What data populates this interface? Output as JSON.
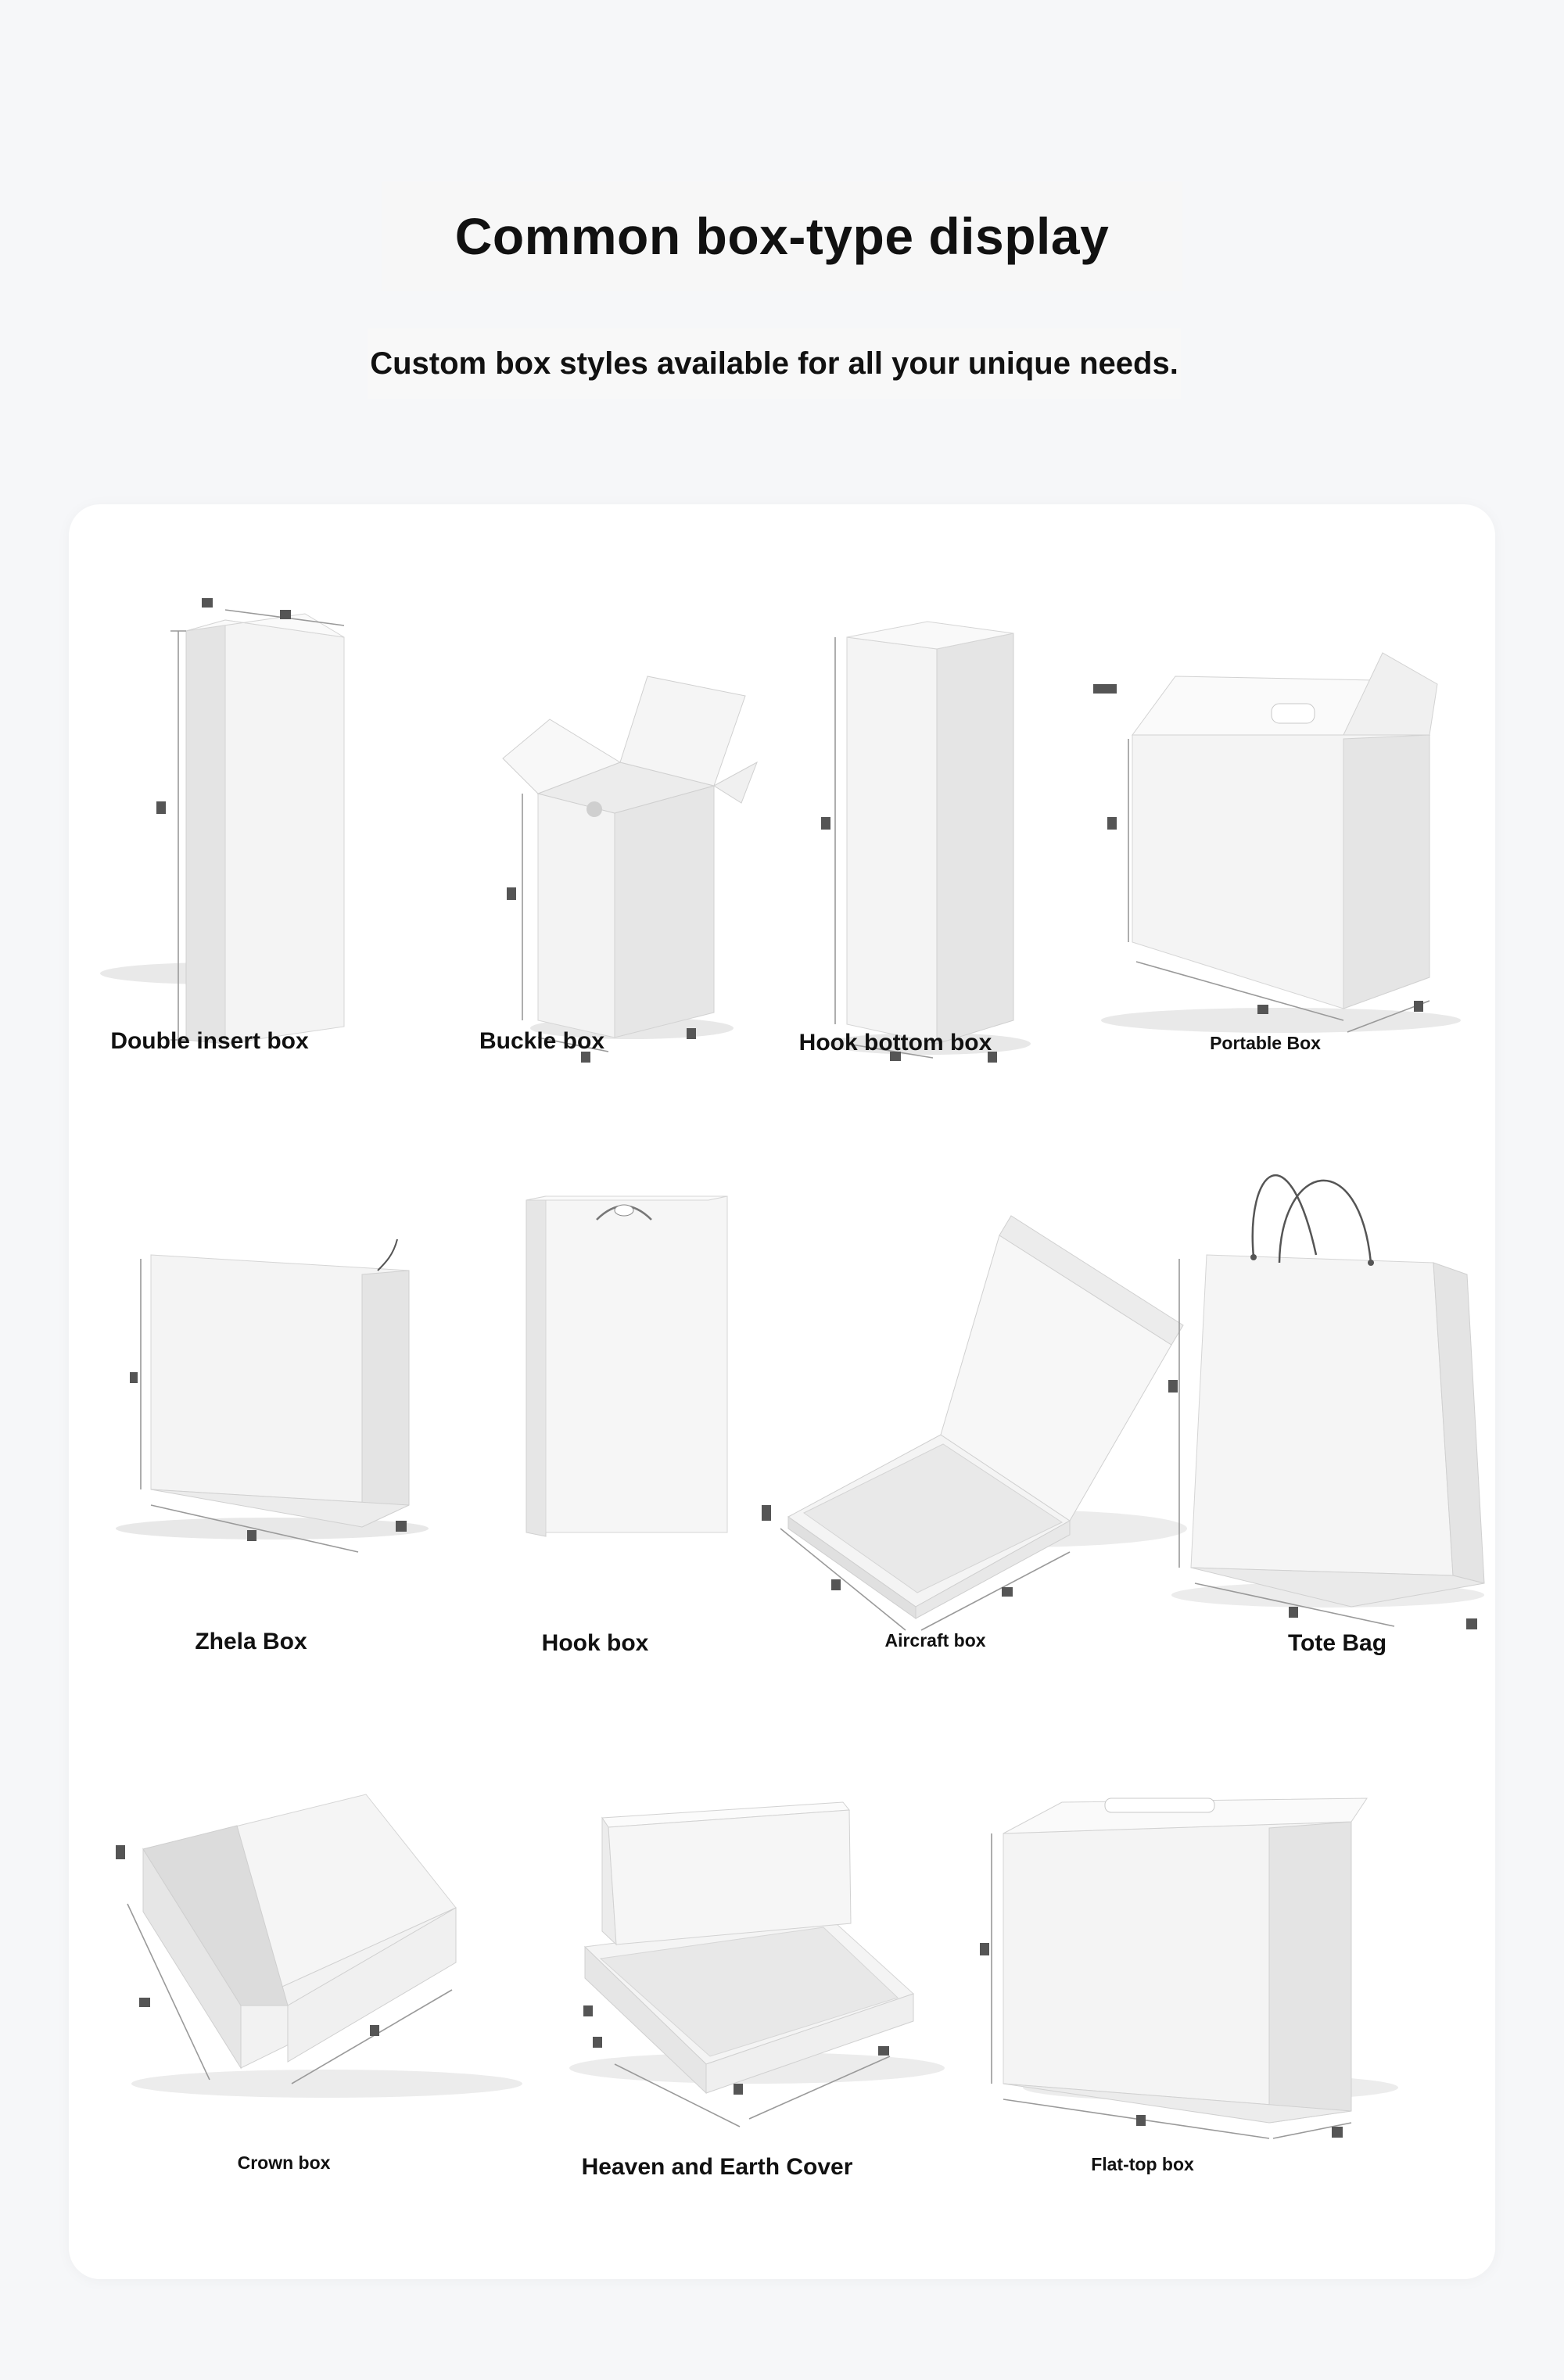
{
  "header": {
    "title": "Common box-type display",
    "subtitle": "Custom box styles available for all your unique needs."
  },
  "boxes": [
    {
      "label": "Double insert box",
      "icon": "double-insert-box-icon"
    },
    {
      "label": "Buckle box",
      "icon": "buckle-box-icon"
    },
    {
      "label": "Hook bottom box",
      "icon": "hook-bottom-box-icon"
    },
    {
      "label": "Portable Box",
      "icon": "portable-box-icon"
    },
    {
      "label": "Zhela Box",
      "icon": "zhela-box-icon"
    },
    {
      "label": "Hook box",
      "icon": "hook-box-icon"
    },
    {
      "label": "Aircraft box",
      "icon": "aircraft-box-icon"
    },
    {
      "label": "Tote Bag",
      "icon": "tote-bag-icon"
    },
    {
      "label": "Crown box",
      "icon": "crown-box-icon"
    },
    {
      "label": "Heaven and Earth Cover",
      "icon": "heaven-and-earth-cover-icon"
    },
    {
      "label": "Flat-top box",
      "icon": "flat-top-box-icon"
    }
  ],
  "colors": {
    "background": "#f6f7f9",
    "panel": "#ffffff",
    "box_face": "#f3f3f3",
    "box_side": "#e2e2e2",
    "dimension_line": "#9a9a9a"
  }
}
